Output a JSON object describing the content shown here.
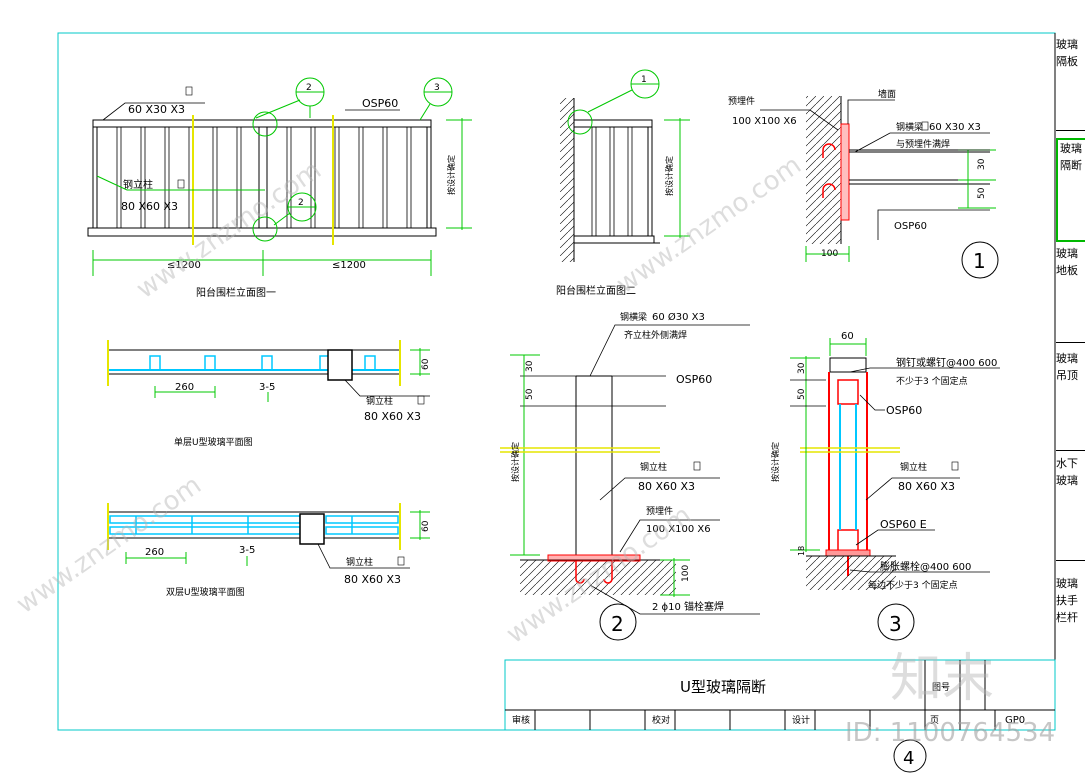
{
  "colors": {
    "frame": "#00c8c8",
    "line": "#000000",
    "yellow": "#e6e600",
    "green": "#00c800",
    "cyan": "#00c8ff",
    "red": "#ff0000",
    "tab_active": "#00b800"
  },
  "side_tabs": [
    "玻璃隔板",
    "玻璃隔断",
    "玻璃地板",
    "玻璃吊顶",
    "水下玻璃",
    "玻璃扶手栏杆"
  ],
  "elev1": {
    "label_top": "60 X30 X3",
    "label_osp": "OSP60",
    "label_col": "钢立柱",
    "label_col_size": "80 X60 X3",
    "height_label": "按设计确定",
    "dim_left": "≤1200",
    "dim_right": "≤1200",
    "title": "阳台围栏立面图一",
    "callout_1": "2",
    "callout_2": "3",
    "callout_3": "2"
  },
  "elev2": {
    "callout": "1",
    "height_label": "按设计确定",
    "title": "阳台围栏立面图二"
  },
  "detail1": {
    "embed": "预埋件",
    "embed_size": "100 X100 X6",
    "wall": "墙面",
    "beam": "钢横梁",
    "beam_size": "60 X30 X3",
    "weld": "与预埋件满焊",
    "d30": "30",
    "d50": "50",
    "osp": "OSP60",
    "d100": "100",
    "number": "1"
  },
  "plan1": {
    "d260": "260",
    "d35": "3-5",
    "d60": "60",
    "col": "钢立柱",
    "col_size": "80 X60 X3",
    "title": "单层U型玻璃平面图"
  },
  "plan2": {
    "d260": "260",
    "d35": "3-5",
    "d60": "60",
    "col": "钢立柱",
    "col_size": "80 X60 X3",
    "title": "双层U型玻璃平面图"
  },
  "detail2": {
    "beam": "钢横梁",
    "beam_size": "60 Ø30 X3",
    "weld": "齐立柱外侧满焊",
    "d30": "30",
    "d50": "50",
    "osp": "OSP60",
    "height_label": "按设计确定",
    "col": "钢立柱",
    "col_size": "80 X60 X3",
    "embed": "预埋件",
    "embed_size": "100 X100 X6",
    "d100": "100",
    "anchor": "2 ϕ10 锚栓塞焊",
    "number": "2"
  },
  "detail3": {
    "d60": "60",
    "rivet": "钢钉或螺钉@400 600",
    "rivet2": "不少于3 个固定点",
    "d30": "30",
    "d50": "50",
    "osp": "OSP60",
    "height_label": "按设计确定",
    "col": "钢立柱",
    "col_size": "80 X60 X3",
    "osp_e": "OSP60 E",
    "d18": "18",
    "bolt": "膨胀螺栓@400 600",
    "bolt2": "每边不少于3 个固定点",
    "number": "3"
  },
  "title_block": {
    "title": "U型玻璃隔断",
    "label_tuhao": "图号",
    "label_shenhe": "审核",
    "label_jiaodui": "校对",
    "label_sheji": "设计",
    "label_ye": "页",
    "code": "GP0"
  },
  "extra_number": "4",
  "watermarks": {
    "brand": "www.znzmo.com",
    "logo": "知末",
    "id": "ID: 1100764534"
  }
}
